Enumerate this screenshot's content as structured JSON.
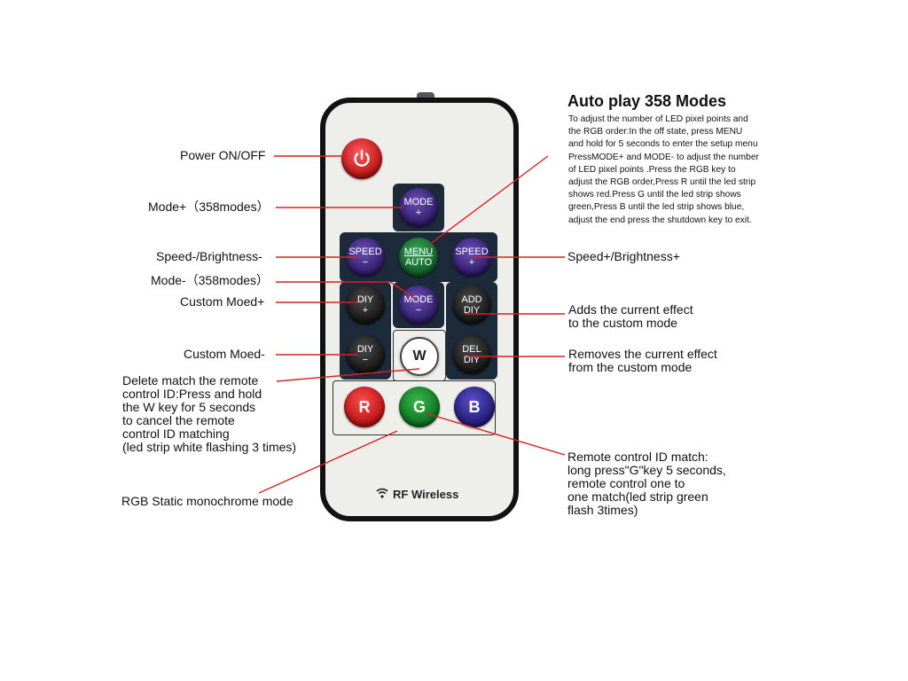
{
  "title": "Auto play 358 Modes",
  "description": "To adjust the number of LED pixel points and\nthe RGB order:In the off state, press MENU\nand hold for 5 seconds to enter the setup menu\nPressMODE+ and MODE- to adjust the number\nof LED pixel points .Press the RGB key to\nadjust the RGB order,Press R until the led strip\nshows red.Press G until the led strip shows\ngreen,Press B until the led strip shows blue,\nadjust the end press the shutdown key to exit.",
  "labels": {
    "power": "Power ON/OFF",
    "mode_plus": "Mode+（358modes）",
    "speed_minus": "Speed-/Brightness-",
    "mode_minus": "Mode-（358modes）",
    "custom_plus": "Custom Moed+",
    "custom_minus": "Custom Moed-",
    "delete_match": "Delete match the remote\ncontrol ID:Press and hold\nthe W key for 5 seconds\nto cancel the remote\ncontrol ID matching\n(led strip white flashing 3 times)",
    "rgb_static": "RGB Static monochrome mode",
    "speed_plus": "Speed+/Brightness+",
    "add_effect": "Adds the current effect\nto the custom mode",
    "remove_effect": "Removes the current effect\nfrom the custom mode",
    "id_match": "Remote control ID match:\nlong press\"G\"key 5 seconds,\nremote control one to\none match(led strip green\nflash 3times)"
  },
  "buttons": {
    "mode_plus": [
      "MODE",
      "+"
    ],
    "speed_minus": [
      "SPEED",
      "−"
    ],
    "menu": [
      "MENU",
      "AUTO"
    ],
    "speed_plus": [
      "SPEED",
      "+"
    ],
    "diy_plus": [
      "DIY",
      "+"
    ],
    "mode_minus": [
      "MODE",
      "−"
    ],
    "add_diy": [
      "ADD",
      "DIY"
    ],
    "diy_minus": [
      "DIY",
      "−"
    ],
    "w": "W",
    "del_diy": [
      "DEL",
      "DIY"
    ],
    "r": "R",
    "g": "G",
    "b": "B"
  },
  "brand": "RF Wireless",
  "colors": {
    "callout_line": "#d62222",
    "power": "#d41416",
    "mode_buttons": "#3b2888",
    "menu_button": "#1f8a3c",
    "diy_buttons": "#222222",
    "r": "#d41416",
    "g": "#1f9a32",
    "b": "#2e2690",
    "remote_body": "#eeeeea"
  },
  "icons": {
    "power": "power-icon",
    "rf": "wifi-signal-icon"
  }
}
